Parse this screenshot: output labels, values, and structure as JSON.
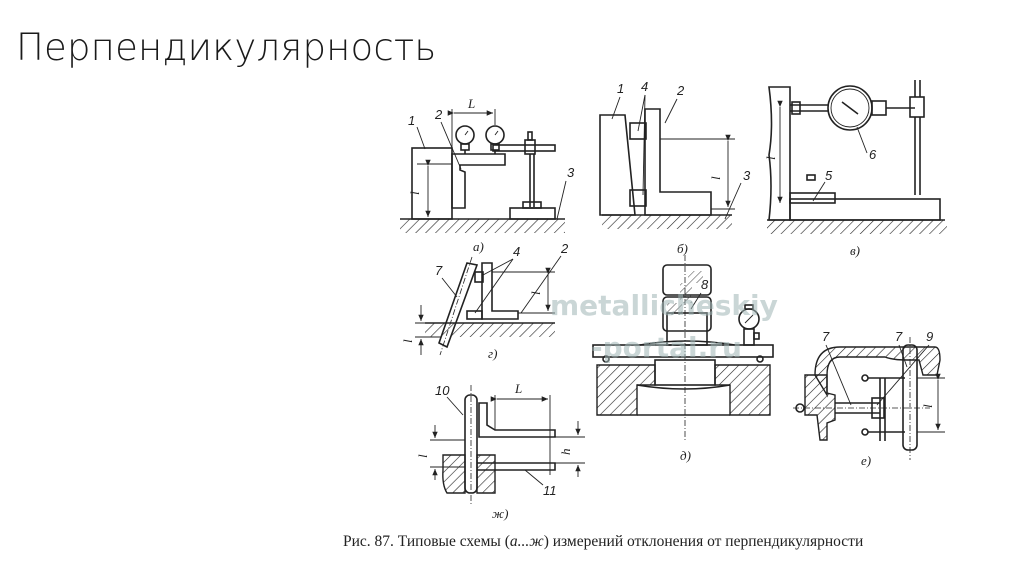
{
  "slide": {
    "title": "Перпендикулярность"
  },
  "figure": {
    "caption_prefix": "Рис. 87. Типовые схемы (",
    "caption_range": "а...ж",
    "caption_suffix": ") измерений отклонения от перпендикулярности",
    "watermark_line1": "metallicheskiy",
    "watermark_line2": "-portal.ru",
    "subfigures": [
      {
        "id": "a",
        "label": "а)",
        "parts": [
          "1",
          "2",
          "3"
        ],
        "dims": [
          "L",
          "l"
        ]
      },
      {
        "id": "b",
        "label": "б)",
        "parts": [
          "1",
          "4",
          "2",
          "3"
        ],
        "dims": [
          "l"
        ]
      },
      {
        "id": "v",
        "label": "в)",
        "parts": [
          "5",
          "6"
        ],
        "dims": [
          "l"
        ]
      },
      {
        "id": "g",
        "label": "г)",
        "parts": [
          "7",
          "4",
          "2"
        ],
        "dims": [
          "l",
          "l"
        ]
      },
      {
        "id": "d",
        "label": "д)",
        "parts": [
          "8"
        ],
        "dims": []
      },
      {
        "id": "e",
        "label": "е)",
        "parts": [
          "7",
          "7",
          "9"
        ],
        "dims": [
          "l"
        ]
      },
      {
        "id": "zh",
        "label": "ж)",
        "parts": [
          "10",
          "11"
        ],
        "dims": [
          "L",
          "l",
          "h"
        ]
      }
    ]
  }
}
